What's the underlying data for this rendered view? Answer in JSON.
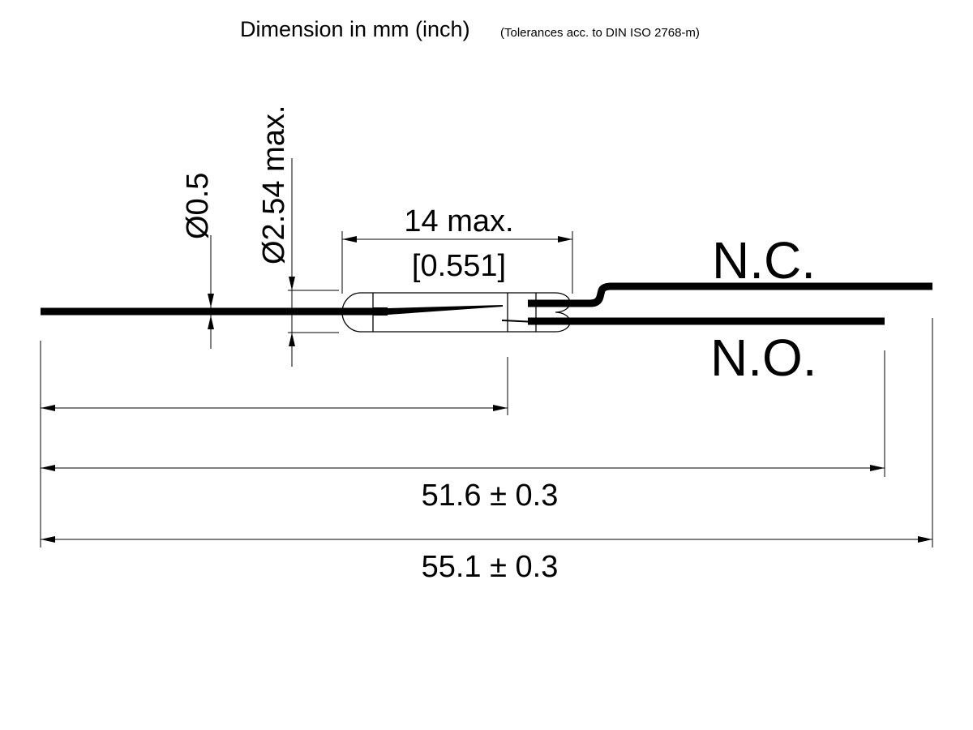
{
  "title": {
    "main": "Dimension in mm (inch)",
    "note": "(Tolerances acc. to DIN ISO 2768-m)"
  },
  "dimensions": {
    "lead_diameter": "Ø0.5",
    "glass_diameter": "Ø2.54 max.",
    "glass_length_mm": "14 max.",
    "glass_length_inch": "[0.551]",
    "length_no_lead": "51.6 ± 0.3",
    "length_nc_lead": "55.1 ± 0.3"
  },
  "contacts": {
    "normally_closed": "N.C.",
    "normally_open": "N.O."
  },
  "colors": {
    "ink": "#000000",
    "background": "#ffffff"
  }
}
